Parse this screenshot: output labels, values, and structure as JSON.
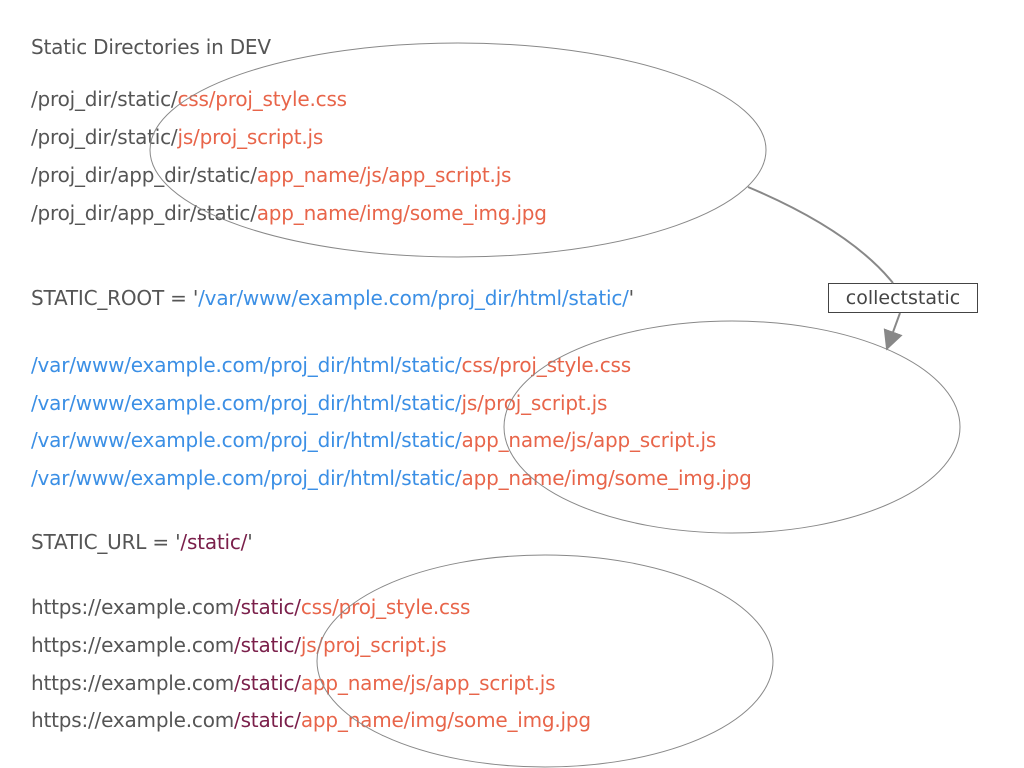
{
  "title": "Static Directories in DEV",
  "dev_paths": [
    {
      "prefix": "/proj_dir/static/",
      "suffix": "css/proj_style.css"
    },
    {
      "prefix": "/proj_dir/static/",
      "suffix": "js/proj_script.js"
    },
    {
      "prefix": "/proj_dir/app_dir/static/",
      "suffix": "app_name/js/app_script.js"
    },
    {
      "prefix": "/proj_dir/app_dir/static/",
      "suffix": "app_name/img/some_img.jpg"
    }
  ],
  "static_root": {
    "label": "STATIC_ROOT = '",
    "value": "/var/www/example.com/proj_dir/html/static/",
    "close": "'"
  },
  "collect_label": "collectstatic",
  "root_paths": [
    {
      "prefix": "/var/www/example.com/proj_dir/html/static/",
      "suffix": "css/proj_style.css"
    },
    {
      "prefix": "/var/www/example.com/proj_dir/html/static/",
      "suffix": "js/proj_script.js"
    },
    {
      "prefix": "/var/www/example.com/proj_dir/html/static/",
      "suffix": "app_name/js/app_script.js"
    },
    {
      "prefix": "/var/www/example.com/proj_dir/html/static/",
      "suffix": "app_name/img/some_img.jpg"
    }
  ],
  "static_url": {
    "label": "STATIC_URL = '",
    "value": "/static/",
    "close": "'"
  },
  "url_paths": [
    {
      "host": "https://example.com",
      "static": "/static/",
      "suffix": "css/proj_style.css"
    },
    {
      "host": "https://example.com",
      "static": "/static/",
      "suffix": "js/proj_script.js"
    },
    {
      "host": "https://example.com",
      "static": "/static/",
      "suffix": "app_name/js/app_script.js"
    },
    {
      "host": "https://example.com",
      "static": "/static/",
      "suffix": "app_name/img/some_img.jpg"
    }
  ],
  "colors": {
    "text": "#555555",
    "relative_path": "#e8654a",
    "static_root": "#3b8fe5",
    "static_url": "#7a1f4a"
  }
}
